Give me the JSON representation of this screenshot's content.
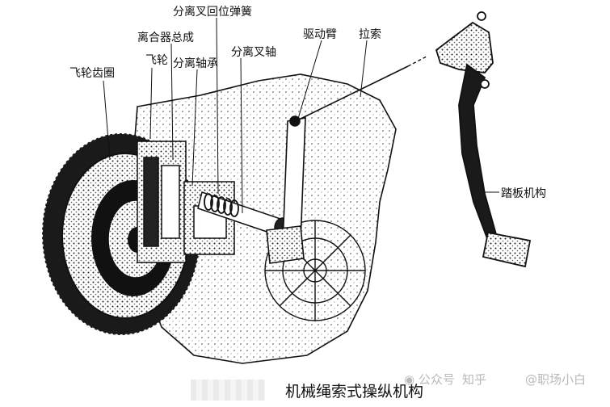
{
  "labels": {
    "flywheel_ring_gear": "飞轮齿圈",
    "flywheel": "飞轮",
    "clutch_assembly": "离合器总成",
    "fork_return_spring": "分离叉回位弹簧",
    "release_bearing": "分离轴承",
    "fork_shaft": "分离叉轴",
    "drive_arm": "驱动臂",
    "cable": "拉索",
    "pedal_mechanism": "踏板机构"
  },
  "caption": "机械绳索式操纵机构",
  "watermark": {
    "prefix": "公众号",
    "site": "知乎",
    "handle": "@职场小白"
  },
  "colors": {
    "line": "#111111",
    "ink": "#1a1a1a",
    "paper": "#ffffff"
  }
}
